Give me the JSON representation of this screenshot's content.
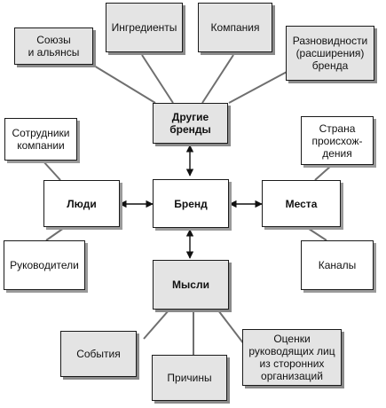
{
  "diagram": {
    "center": "Бренд",
    "hubs": {
      "other_brands": "Другие\nбренды",
      "people": "Люди",
      "places": "Места",
      "thoughts": "Мысли"
    },
    "leaves": {
      "unions": "Союзы\nи альянсы",
      "ingredients": "Ингредиенты",
      "company": "Компания",
      "brand_variants": "Разновидности\n(расширения)\nбренда",
      "employees": "Сотрудники\nкомпании",
      "managers": "Руководители",
      "country_of_origin": "Страна\nпроисхож-\nдения",
      "channels": "Каналы",
      "events": "События",
      "reasons": "Причины",
      "third_party_assessments": "Оценки\nруководящих лиц\nиз сторонних\nорганизаций"
    }
  }
}
